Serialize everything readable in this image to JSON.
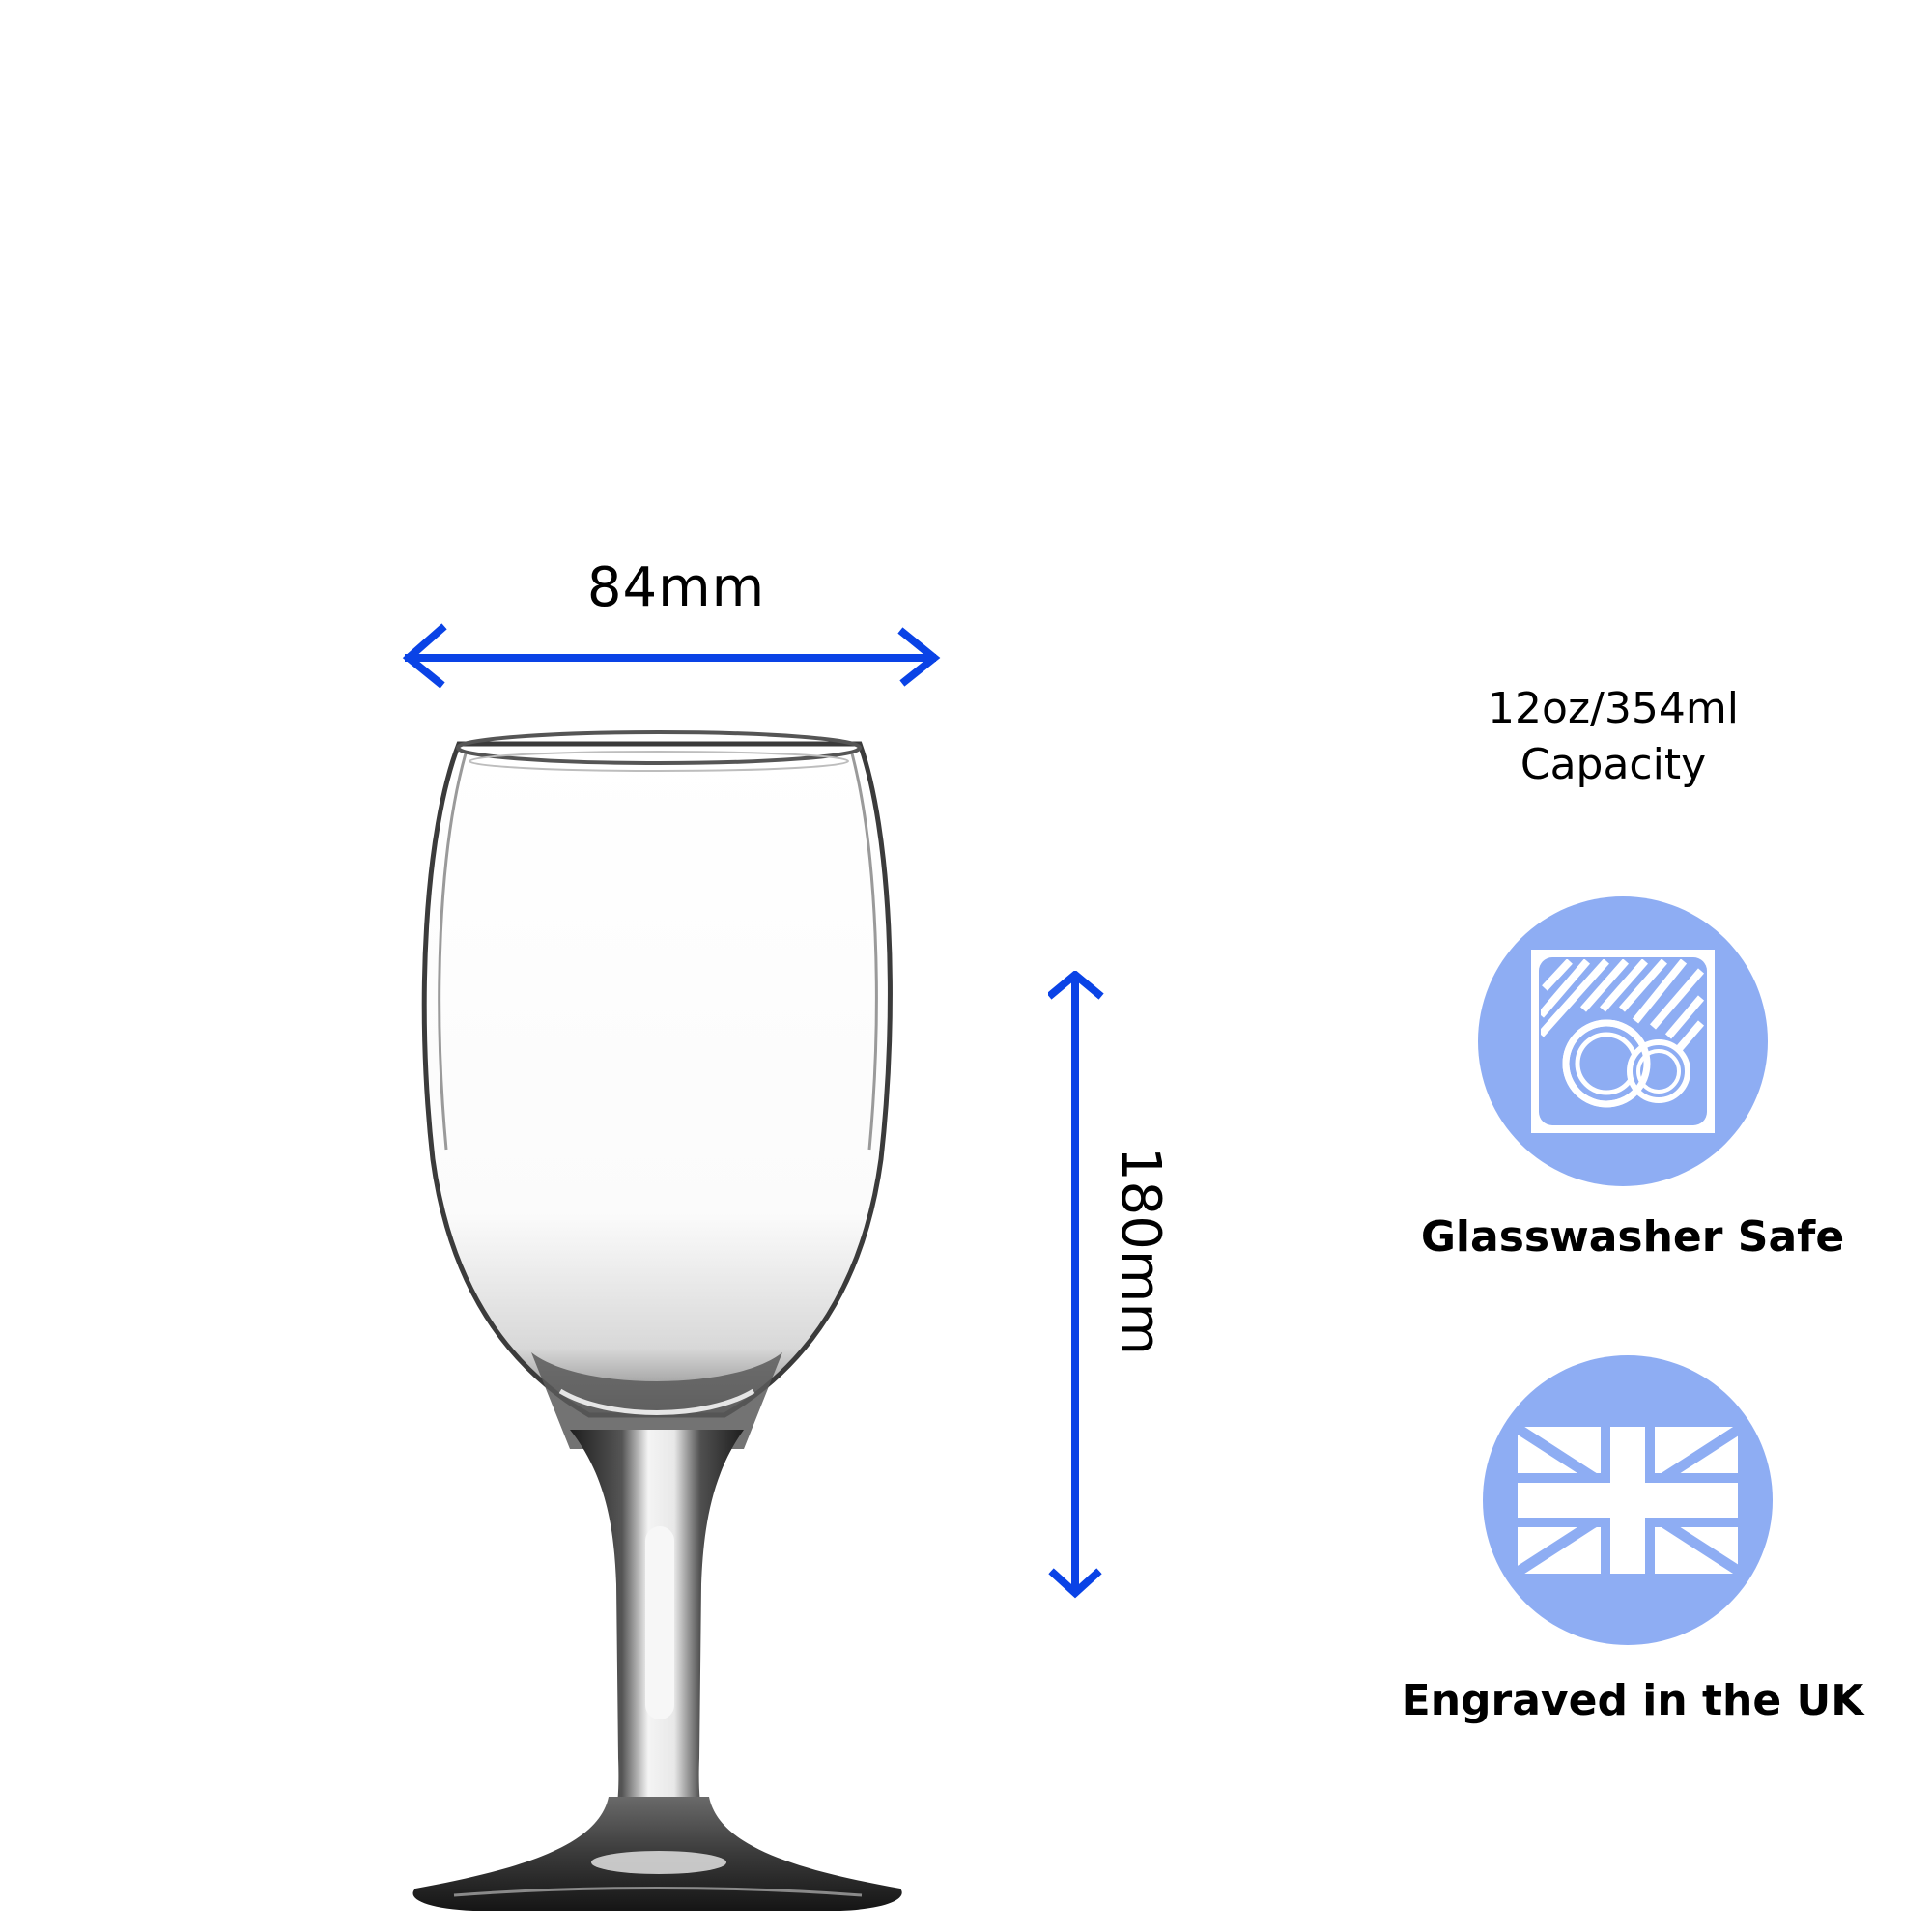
{
  "dimensions": {
    "width": {
      "label": "84mm",
      "value_mm": 84,
      "orientation": "horizontal"
    },
    "height": {
      "label": "180mm",
      "value_mm": 180,
      "orientation": "vertical"
    },
    "arrow_color": "#0a43e6"
  },
  "product": {
    "type": "wine-glass-icon",
    "description": "Clear stemmed wine glass"
  },
  "capacity": {
    "line1": "12oz/354ml",
    "line2": "Capacity"
  },
  "features": [
    {
      "icon": "dishwasher-plates-icon",
      "label": "Glasswasher Safe"
    },
    {
      "icon": "union-jack-flag-icon",
      "label": "Engraved in the UK"
    }
  ],
  "colors": {
    "badge_fill": "#8eadf3",
    "badge_glyph": "#ffffff",
    "text": "#000000",
    "background": "#ffffff"
  }
}
